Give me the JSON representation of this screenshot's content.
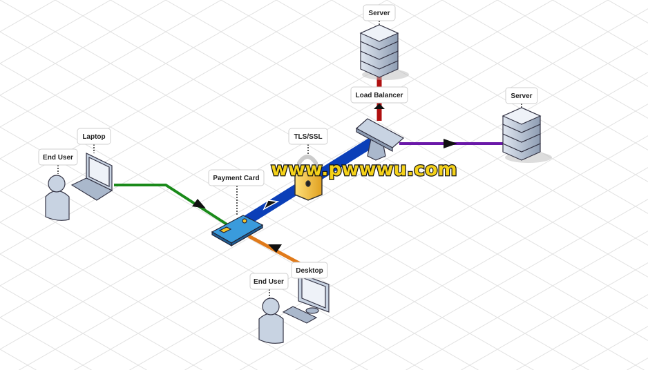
{
  "labels": {
    "server_top": "Server",
    "load_balancer": "Load Balancer",
    "server_right": "Server",
    "tls": "TLS/SSL",
    "laptop": "Laptop",
    "end_user_1": "End User",
    "payment_card": "Payment Card",
    "desktop": "Desktop",
    "end_user_2": "End User"
  },
  "watermark": "www.pwwwu.com",
  "colors": {
    "green": "#1a8a1a",
    "blue": "#0b3fb8",
    "orange": "#e07a1a",
    "red": "#b01010",
    "purple": "#6a18a8",
    "watermark": "#f5d21a"
  }
}
